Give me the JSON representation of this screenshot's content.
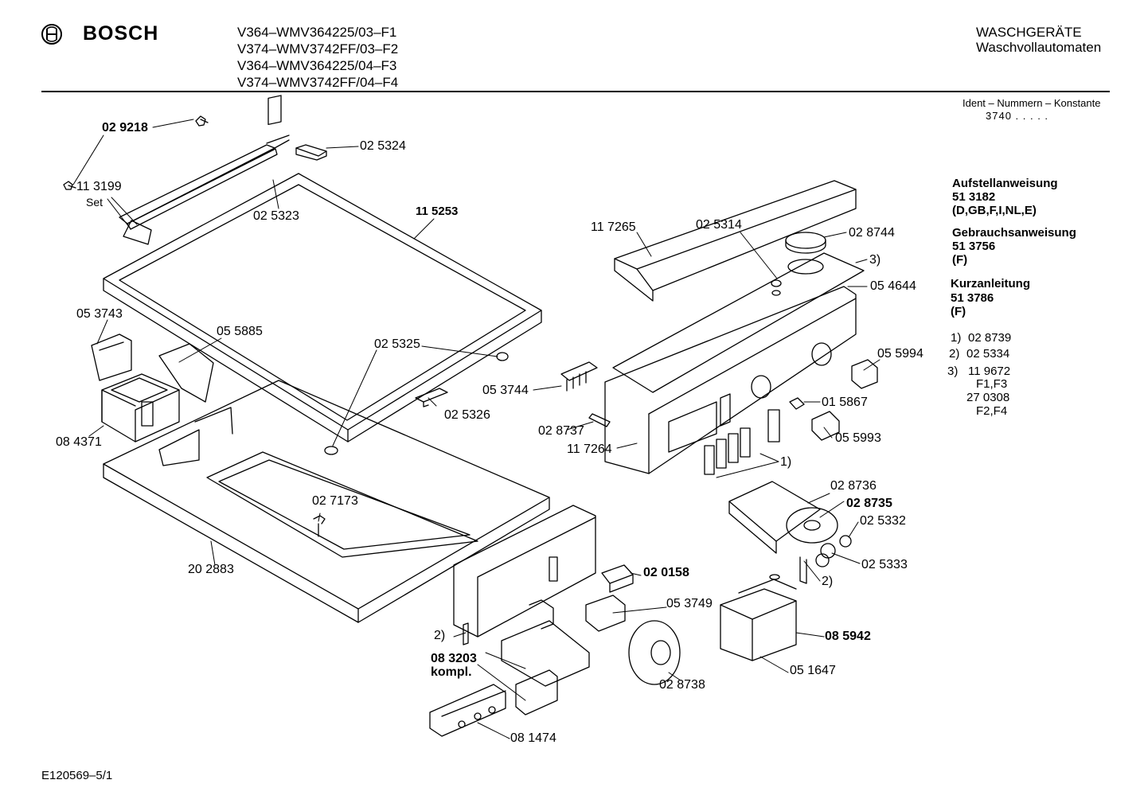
{
  "header": {
    "brand": "BOSCH",
    "models": [
      "V364–WMV364225/03–F1",
      "V374–WMV3742FF/03–F2",
      "V364–WMV364225/04–F3",
      "V374–WMV3742FF/04–F4"
    ],
    "category": "WASCHGERÄTE",
    "subcategory": "Waschvollautomaten",
    "ident_label": "Ident – Nummern – Konstante",
    "ident_value": "3740 . . . . ."
  },
  "side_info": {
    "blocks": [
      {
        "title": "Aufstellanweisung",
        "number": "51 3182",
        "note": "(D,GB,F,I,NL,E)"
      },
      {
        "title": "Gebrauchsanweisung",
        "number": "51 3756",
        "note": "(F)"
      },
      {
        "title": "Kurzanleitung",
        "number": "51 3786",
        "note": "(F)"
      }
    ],
    "footnotes": [
      {
        "ref": "1)",
        "text": "02 8739"
      },
      {
        "ref": "2)",
        "text": "02 5334"
      },
      {
        "ref": "3)",
        "text": "11 9672"
      }
    ],
    "footnote_extra": [
      "F1,F3",
      "27 0308",
      "F2,F4"
    ]
  },
  "parts": {
    "p029218": "02 9218",
    "p025324": "02 5324",
    "p113199": "11 3199",
    "set": "Set",
    "p025323": "02 5323",
    "p115253": "11 5253",
    "p053743": "05 3743",
    "p055885": "05 5885",
    "p025325": "02 5325",
    "p025326": "02 5326",
    "p084371": "08 4371",
    "p027173": "02 7173",
    "p202883": "20 2883",
    "p117265": "11 7265",
    "p025314": "02 5314",
    "p028744": "02 8744",
    "ref3": "3)",
    "p054644": "05 4644",
    "p055994": "05 5994",
    "p053744": "05 3744",
    "p015867": "01 5867",
    "p028737": "02 8737",
    "p117264": "11 7264",
    "p055993": "05 5993",
    "ref1": "1)",
    "p028736": "02 8736",
    "p028735": "02 8735",
    "p025332": "02 5332",
    "p025333": "02 5333",
    "ref2a": "2)",
    "p020158": "02 0158",
    "p053749": "05 3749",
    "ref2b": "2)",
    "p083203": "08 3203",
    "kompl": "kompl.",
    "p085942": "08 5942",
    "p051647": "05 1647",
    "p028738": "02 8738",
    "p081474": "08 1474"
  },
  "footer": {
    "code": "E120569–5/1"
  }
}
